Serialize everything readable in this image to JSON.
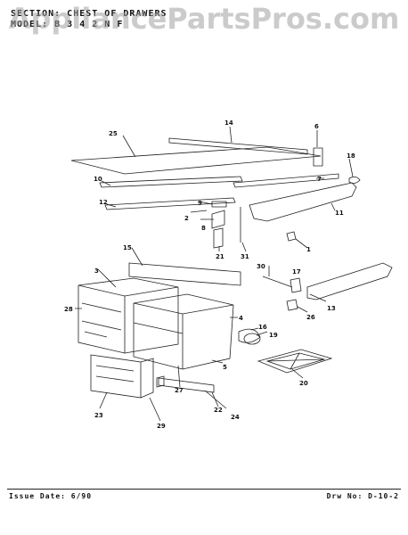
{
  "header": {
    "section_line": "SECTION: CHEST OF DRAWERS",
    "model_line": "MODEL: B 3 4 2 N F"
  },
  "watermark": "AppliancePartsPros.com",
  "diagram": {
    "callouts": [
      "1",
      "2",
      "3",
      "4",
      "5",
      "6",
      "7",
      "8",
      "9",
      "10",
      "11",
      "12",
      "13",
      "14",
      "15",
      "16",
      "17",
      "18",
      "19",
      "20",
      "21",
      "22",
      "23",
      "24",
      "25",
      "26",
      "27",
      "28",
      "29",
      "30",
      "31"
    ]
  },
  "footer": {
    "issue_date": "Issue Date: 6/90",
    "drawing_no": "Drw No: D-10-2"
  }
}
